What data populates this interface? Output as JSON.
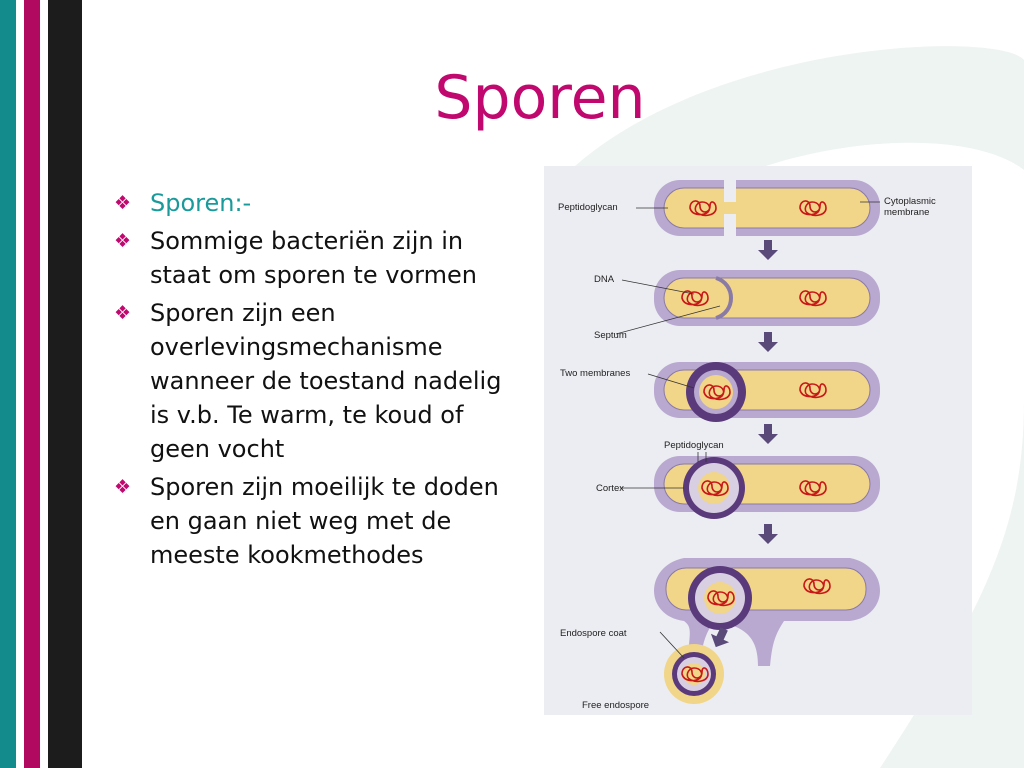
{
  "slide": {
    "title": "Sporen",
    "bullets": [
      {
        "text": "Sporen:-",
        "highlight": true
      },
      {
        "text": "Sommige bacteriën zijn in staat om sporen te vormen",
        "highlight": false
      },
      {
        "text": "Sporen zijn een overlevingsmechanisme wanneer de toestand nadelig is v.b. Te warm, te koud of geen vocht",
        "highlight": false
      },
      {
        "text": "Sporen zijn moeilijk te doden en gaan niet weg met de meeste kookmethodes",
        "highlight": false
      }
    ],
    "bullet_icon": "diamond-bullet-icon"
  },
  "figure": {
    "labels": {
      "peptidoglycan": "Peptidoglycan",
      "cytoplasmic_membrane": "Cytoplasmic membrane",
      "dna": "DNA",
      "septum": "Septum",
      "two_membranes": "Two membranes",
      "peptidoglycan_2": "Peptidoglycan",
      "cortex": "Cortex",
      "endospore_coat": "Endospore coat",
      "free_endospore": "Free endospore"
    }
  },
  "colors": {
    "title": "#c0086f",
    "highlight_bullet": "#1a9a9a",
    "bullet_mark": "#c0086f",
    "stripe_teal": "#138a8c",
    "stripe_magenta": "#b0095f",
    "stripe_dark": "#1c1c1c",
    "cell_fill": "#f1d588",
    "cell_wall": "#b9a9d0",
    "dna": "#c81818",
    "spore_coat": "#5a3a7a",
    "figure_bg": "#ecedf2"
  }
}
